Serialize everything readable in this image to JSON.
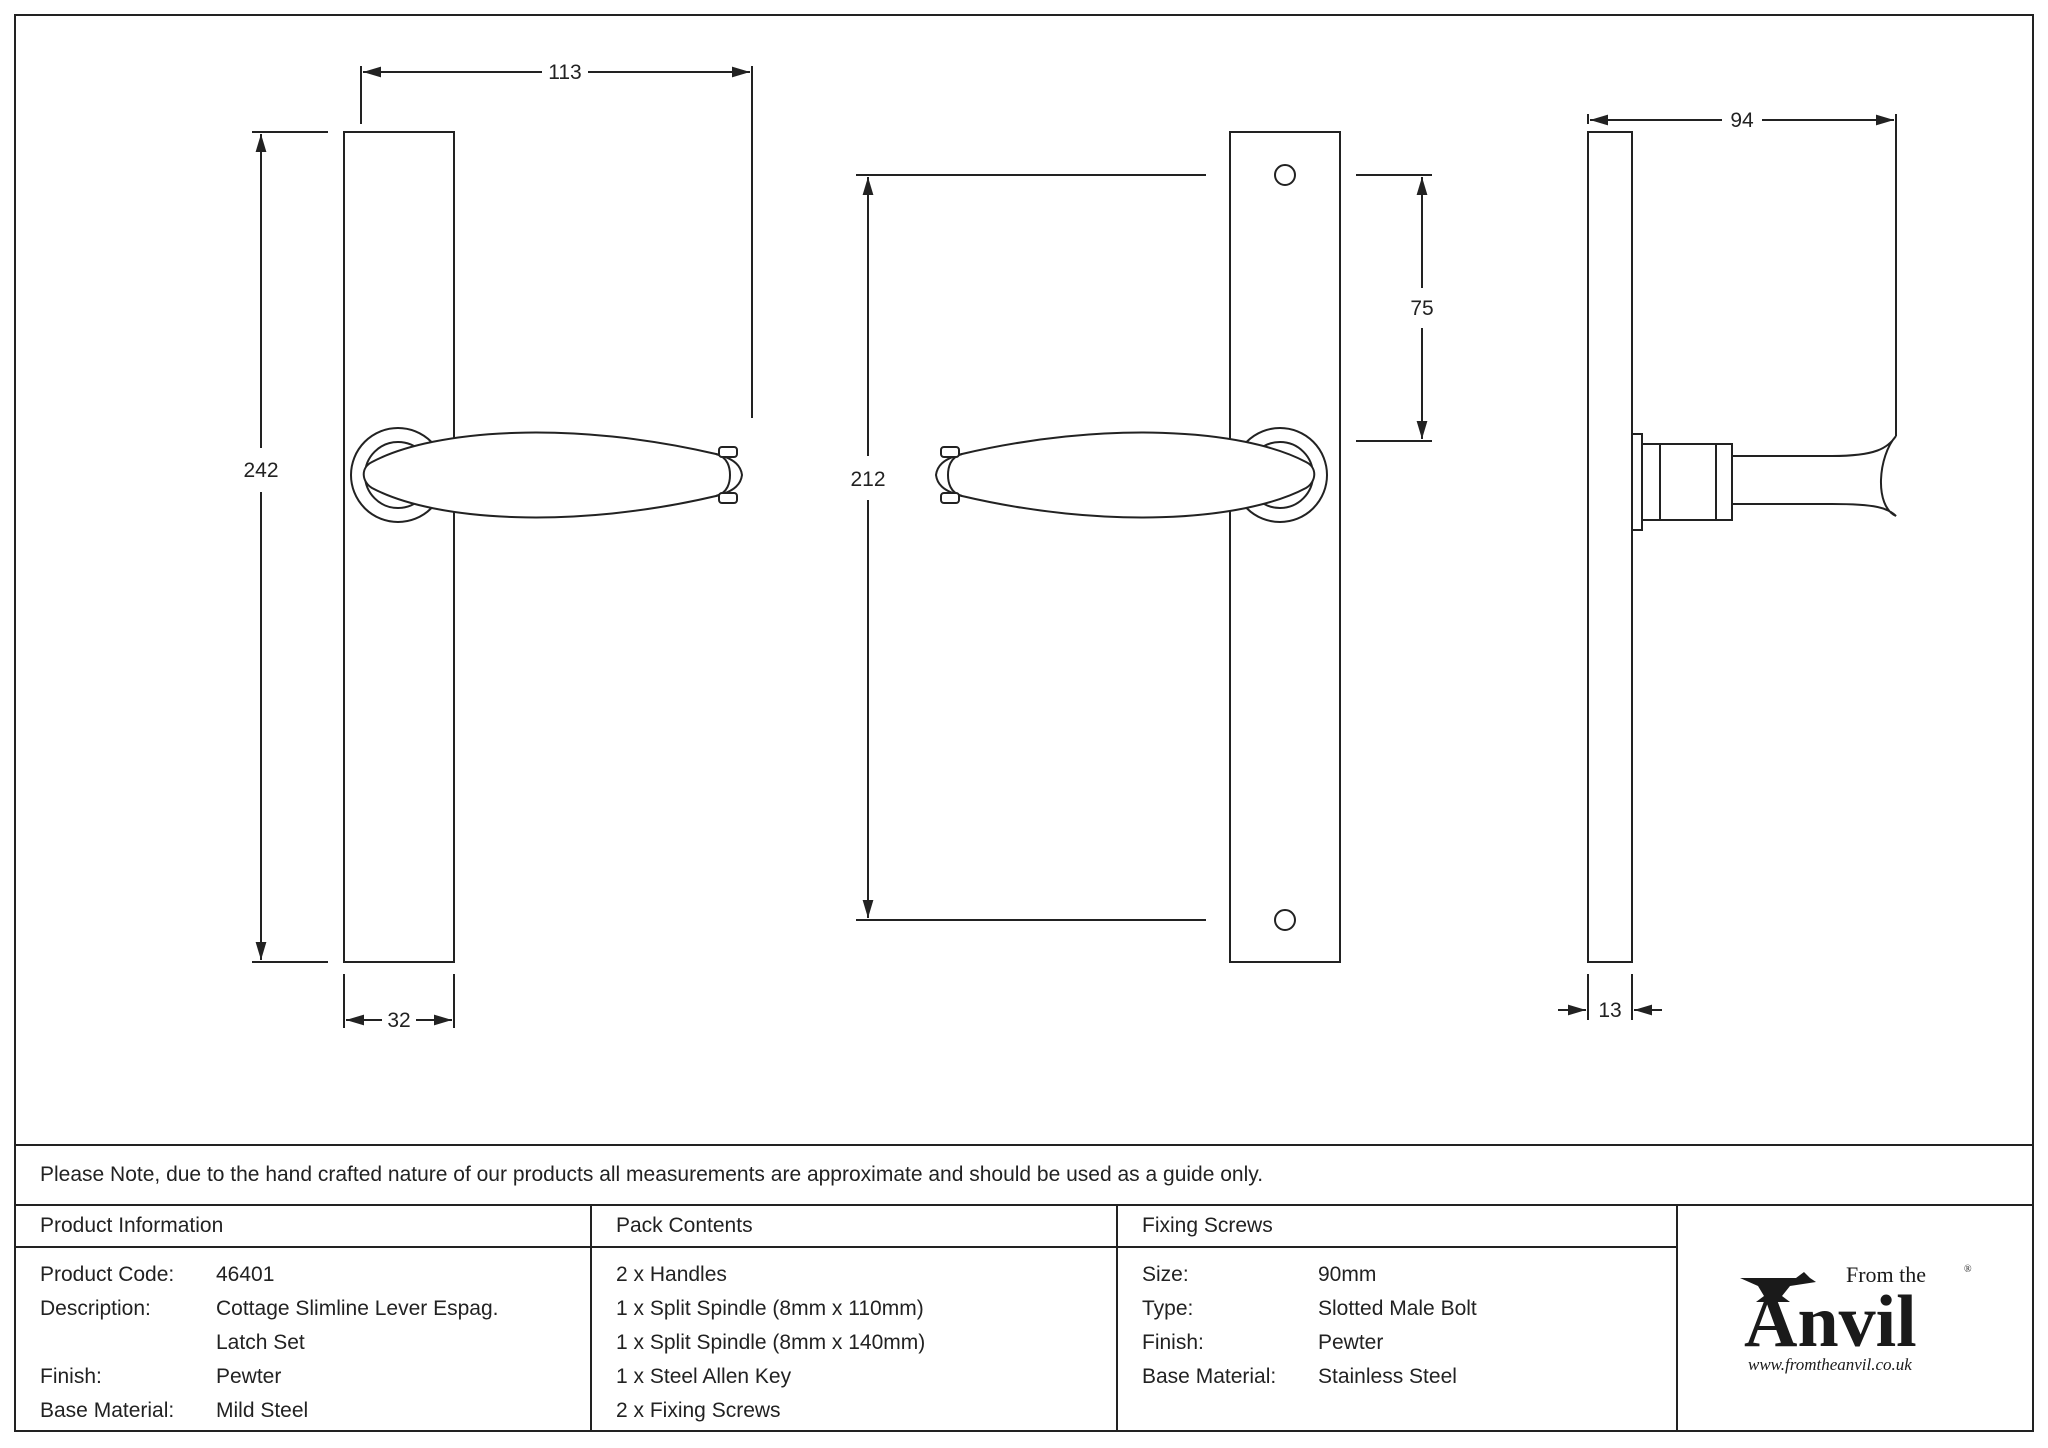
{
  "dimensions": {
    "plate_width": "113",
    "plate_height": "242",
    "plate_depth": "32",
    "fixing_centres": "212",
    "handle_to_fixing": "75",
    "projection": "94",
    "plate_thickness": "13"
  },
  "note": "Please Note, due to the hand crafted nature of our products all measurements are approximate and should be used as a guide only.",
  "product_info": {
    "heading": "Product Information",
    "rows": [
      {
        "key": "Product Code:",
        "value": "46401"
      },
      {
        "key": "Description:",
        "value": "Cottage Slimline Lever Espag."
      },
      {
        "key": "",
        "value": "Latch Set"
      },
      {
        "key": "Finish:",
        "value": "Pewter"
      },
      {
        "key": "Base Material:",
        "value": "Mild Steel"
      }
    ]
  },
  "pack_contents": {
    "heading": "Pack Contents",
    "items": [
      "2 x Handles",
      "1 x Split Spindle (8mm x 110mm)",
      "1 x Split Spindle (8mm x 140mm)",
      "1 x Steel Allen Key",
      "2 x Fixing Screws"
    ]
  },
  "fixing_screws": {
    "heading": "Fixing Screws",
    "rows": [
      {
        "key": "Size:",
        "value": "90mm"
      },
      {
        "key": "Type:",
        "value": "Slotted Male Bolt"
      },
      {
        "key": "Finish:",
        "value": "Pewter"
      },
      {
        "key": "Base Material:",
        "value": "Stainless Steel"
      }
    ]
  },
  "logo": {
    "from_the": "From the",
    "anvil": "Anvil",
    "url": "www.fromtheanvil.co.uk"
  }
}
